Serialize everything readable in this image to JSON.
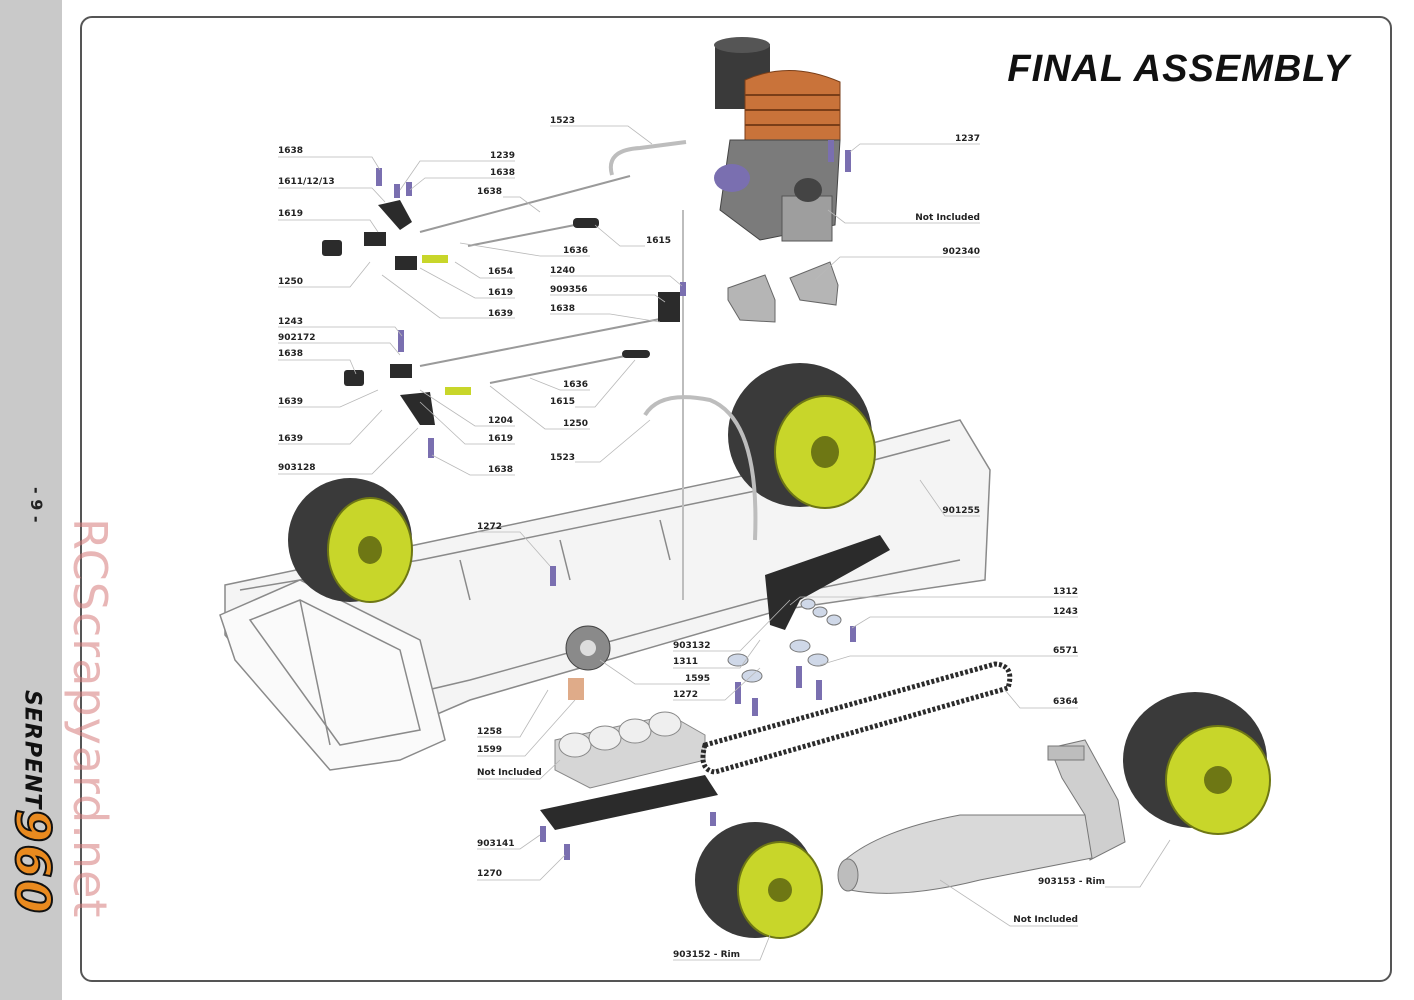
{
  "page": {
    "title": "FINAL ASSEMBLY",
    "page_number": "- 9 -",
    "brand_name": "SERPENT",
    "brand_model": "960",
    "watermark": "RCScrapyard.net"
  },
  "callouts": [
    "1523",
    "1638",
    "1239",
    "1638",
    "1611/12/13",
    "1638",
    "1619",
    "1636",
    "1615",
    "1250",
    "1654",
    "1619",
    "1240",
    "909356",
    "1639",
    "1638",
    "1243",
    "902172",
    "1638",
    "1636",
    "1639",
    "1615",
    "1204",
    "1250",
    "1639",
    "1619",
    "1523",
    "903128",
    "1638",
    "1237",
    "Not Included",
    "902340",
    "901255",
    "1272",
    "1312",
    "1243",
    "903132",
    "6571",
    "1311",
    "1595",
    "1272",
    "6364",
    "1258",
    "1599",
    "Not Included",
    "903141",
    "1270",
    "903153 - Rim",
    "Not Included",
    "903152 - Rim"
  ],
  "colors": {
    "sidebar": "#c9c9c9",
    "accent": "#e98a1f",
    "rim": "#c8d62a",
    "tire": "#3a3a3a",
    "screw": "#7a6fb0",
    "engine_head": "#c9733a",
    "line": "#9a9a9a"
  }
}
